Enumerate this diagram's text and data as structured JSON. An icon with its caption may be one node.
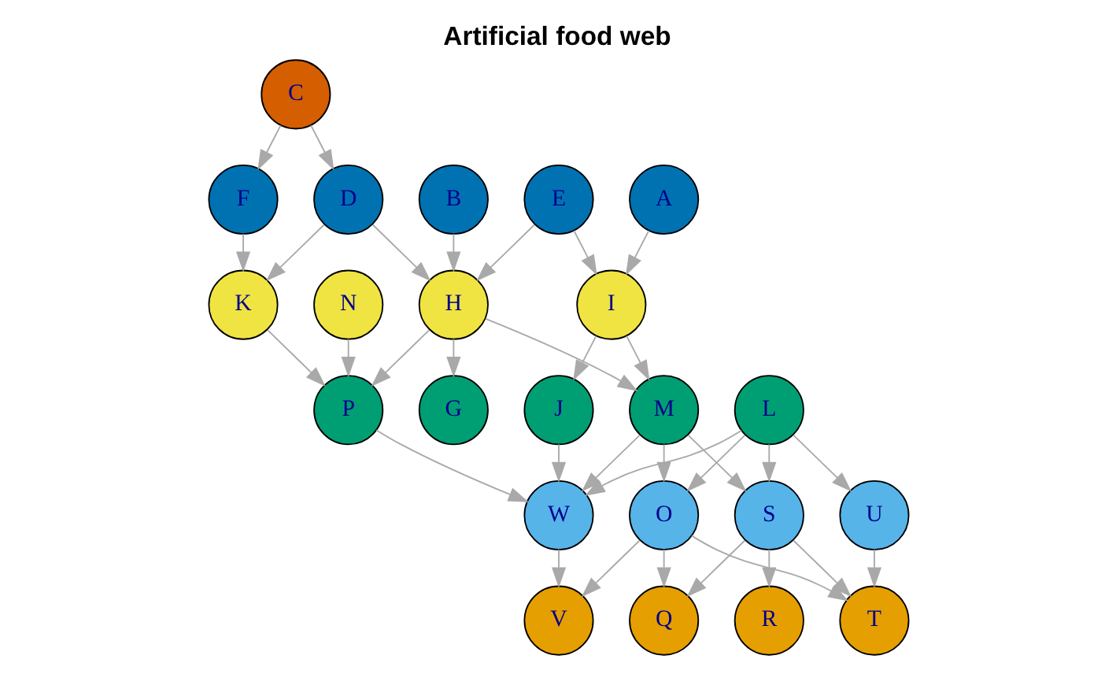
{
  "diagram": {
    "title": "Artificial food web",
    "nodes": [
      {
        "text": [
          "C"
        ]
      },
      {
        "text": [
          "F"
        ]
      },
      {
        "text": [
          "D"
        ]
      },
      {
        "text": [
          "B"
        ]
      },
      {
        "text": [
          "E"
        ]
      },
      {
        "text": [
          "A"
        ]
      },
      {
        "text": [
          "N"
        ]
      },
      {
        "text": [
          "K"
        ]
      },
      {
        "text": [
          "H"
        ]
      },
      {
        "text": [
          "I"
        ]
      },
      {
        "text": [
          "P"
        ]
      },
      {
        "text": [
          "J"
        ]
      },
      {
        "text": [
          "G"
        ]
      },
      {
        "text": [
          "L"
        ]
      },
      {
        "text": [
          "M"
        ]
      },
      {
        "text": [
          "W"
        ]
      },
      {
        "text": [
          "U"
        ]
      },
      {
        "text": [
          "O"
        ]
      },
      {
        "text": [
          "S"
        ]
      },
      {
        "text": [
          "V"
        ]
      },
      {
        "text": [
          "T"
        ]
      },
      {
        "text": [
          "Q"
        ]
      },
      {
        "text": [
          "R"
        ]
      }
    ],
    "edges": [
      {
        "from": 0,
        "to": 1,
        "arrow": "to"
      },
      {
        "from": 0,
        "to": 2,
        "arrow": "to"
      },
      {
        "from": 1,
        "to": 7,
        "arrow": "to"
      },
      {
        "from": 2,
        "to": 7,
        "arrow": "to"
      },
      {
        "from": 2,
        "to": 8,
        "arrow": "to"
      },
      {
        "from": 3,
        "to": 8,
        "arrow": "to"
      },
      {
        "from": 4,
        "to": 8,
        "arrow": "to"
      },
      {
        "from": 4,
        "to": 9,
        "arrow": "to"
      },
      {
        "from": 5,
        "to": 9,
        "arrow": "to"
      },
      {
        "from": 6,
        "to": 10,
        "arrow": "to"
      },
      {
        "from": 7,
        "to": 10,
        "arrow": "to"
      },
      {
        "from": 8,
        "to": 10,
        "arrow": "to"
      },
      {
        "from": 8,
        "to": 12,
        "arrow": "to"
      },
      {
        "from": 8,
        "to": 14,
        "arrow": "to"
      },
      {
        "from": 9,
        "to": 11,
        "arrow": "to"
      },
      {
        "from": 9,
        "to": 14,
        "arrow": "to"
      },
      {
        "from": 11,
        "to": 15,
        "arrow": "to"
      },
      {
        "from": 10,
        "to": 15,
        "arrow": "to"
      },
      {
        "from": 13,
        "to": 15,
        "arrow": "to"
      },
      {
        "from": 14,
        "to": 15,
        "arrow": "to"
      },
      {
        "from": 13,
        "to": 16,
        "arrow": "to"
      },
      {
        "from": 13,
        "to": 17,
        "arrow": "to"
      },
      {
        "from": 13,
        "to": 18,
        "arrow": "to"
      },
      {
        "from": 14,
        "to": 17,
        "arrow": "to"
      },
      {
        "from": 14,
        "to": 18,
        "arrow": "to"
      },
      {
        "from": 16,
        "to": 20,
        "arrow": "to"
      },
      {
        "from": 17,
        "to": 20,
        "arrow": "to"
      },
      {
        "from": 17,
        "to": 21,
        "arrow": "to"
      },
      {
        "from": 17,
        "to": 19,
        "arrow": "to"
      },
      {
        "from": 18,
        "to": 20,
        "arrow": "to"
      },
      {
        "from": 18,
        "to": 21,
        "arrow": "to"
      },
      {
        "from": 18,
        "to": 22,
        "arrow": "to"
      },
      {
        "from": 15,
        "to": 19,
        "arrow": "to"
      }
    ]
  }
}
